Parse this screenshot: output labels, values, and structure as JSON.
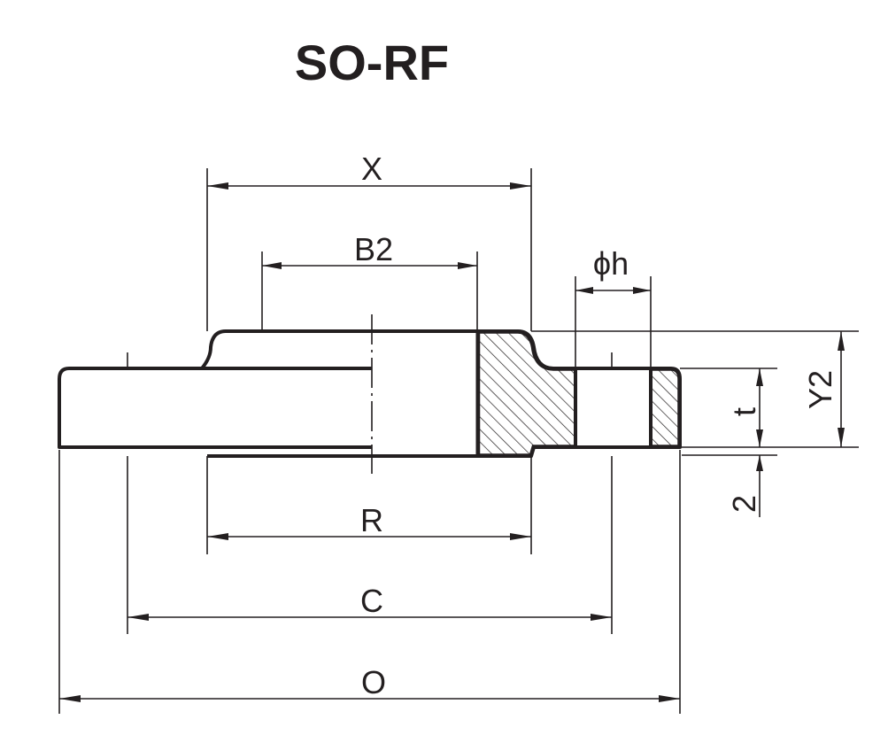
{
  "title": "SO-RF",
  "dimensions": {
    "X": "X",
    "B2": "B2",
    "h": "ϕh",
    "Y2": "Y2",
    "t": "t",
    "gap": "2",
    "R": "R",
    "C": "C",
    "O": "O"
  },
  "colors": {
    "ink": "#231f20",
    "background": "#ffffff"
  }
}
